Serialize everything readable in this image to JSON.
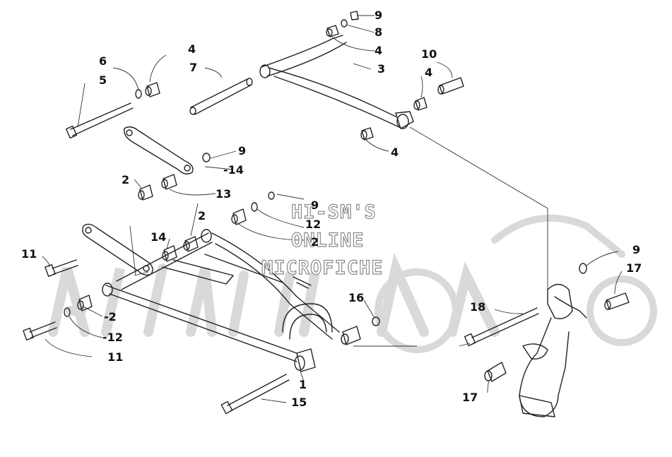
{
  "watermark": {
    "line1": "HI-SM'S",
    "line2": "ONLINE",
    "line3": "MICROFICHE",
    "logo_color": "#d9d9d9"
  },
  "callouts": {
    "c1": "1",
    "c2a": "2",
    "c2b": "2",
    "c2c": "-2",
    "c2d": "2",
    "c3": "3",
    "c4a": "4",
    "c4b": "4",
    "c4c": "4",
    "c4d": "4",
    "c5": "5",
    "c6": "6",
    "c7": "7",
    "c8": "8",
    "c9a": "9",
    "c9b": "9",
    "c9c": "9",
    "c9d": "9",
    "c10": "10",
    "c11a": "11",
    "c11b": "11",
    "c12a": "12",
    "c12b": "-12",
    "c13": "13",
    "c14a": "-14",
    "c14b": "14",
    "c15": "15",
    "c16": "16",
    "c17a": "17",
    "c17b": "17",
    "c18": "18"
  }
}
